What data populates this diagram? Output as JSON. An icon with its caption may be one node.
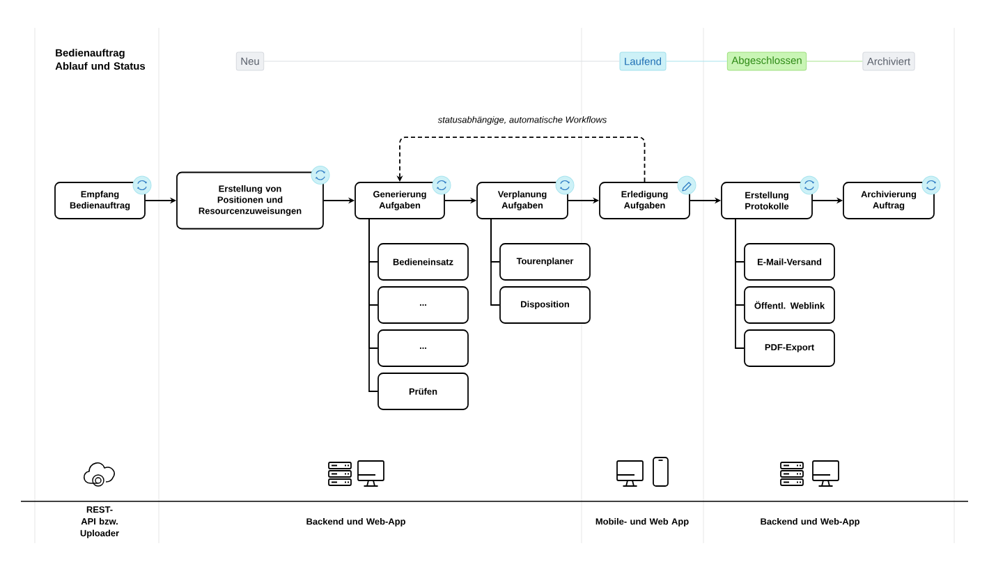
{
  "diagram": {
    "title": "Bedienauftrag Ablauf und Status",
    "nodes": [
      {
        "text": [
          "Empfang Bedienauftrag"
        ]
      },
      {
        "text": [
          "Erstellung von Positionen und Resourcenzuweisungen"
        ]
      },
      {
        "text": [
          "Generierung Aufgaben"
        ]
      },
      {
        "text": [
          "Verplanung Aufgaben"
        ]
      },
      {
        "text": [
          "Erledigung Aufgaben"
        ]
      },
      {
        "text": [
          "Erstellung Protokolle"
        ]
      },
      {
        "text": [
          "Archivierung Auftrag"
        ]
      },
      {
        "text": [
          "Bedieneinsatz"
        ]
      },
      {
        "text": [
          "..."
        ]
      },
      {
        "text": [
          "..."
        ]
      },
      {
        "text": [
          "Prüfen"
        ]
      },
      {
        "text": [
          "Tourenplaner"
        ]
      },
      {
        "text": [
          "Disposition"
        ]
      },
      {
        "text": [
          "E-Mail-Versand"
        ]
      },
      {
        "text": [
          "Öffentl. Weblink"
        ]
      },
      {
        "text": [
          "PDF-Export"
        ]
      },
      {
        "text": [
          "Neu"
        ]
      },
      {
        "text": [
          "Laufend"
        ]
      },
      {
        "text": [
          "Abgeschlossen"
        ]
      },
      {
        "text": [
          "Archiviert"
        ]
      }
    ],
    "edges": [
      {
        "from": 0,
        "to": 1,
        "arrow": "to"
      },
      {
        "from": 1,
        "to": 2,
        "arrow": "to"
      },
      {
        "from": 2,
        "to": 3,
        "arrow": "to"
      },
      {
        "from": 3,
        "to": 4,
        "arrow": "to"
      },
      {
        "from": 4,
        "to": 5,
        "arrow": "to"
      },
      {
        "from": 5,
        "to": 6,
        "arrow": "to"
      },
      {
        "from": 4,
        "to": 2,
        "arrow": "to",
        "style": "dashed",
        "label": "statusabhängige, automatische Workflows"
      },
      {
        "from": 2,
        "to": 7,
        "arrow": "none"
      },
      {
        "from": 2,
        "to": 8,
        "arrow": "none"
      },
      {
        "from": 2,
        "to": 9,
        "arrow": "none"
      },
      {
        "from": 2,
        "to": 10,
        "arrow": "none"
      },
      {
        "from": 3,
        "to": 11,
        "arrow": "none"
      },
      {
        "from": 3,
        "to": 12,
        "arrow": "none"
      },
      {
        "from": 5,
        "to": 13,
        "arrow": "none"
      },
      {
        "from": 5,
        "to": 14,
        "arrow": "none"
      },
      {
        "from": 5,
        "to": 15,
        "arrow": "none"
      },
      {
        "from": 16,
        "to": 17,
        "arrow": "none",
        "color": "#dcdfe4"
      },
      {
        "from": 17,
        "to": 18,
        "arrow": "none",
        "color": "#a8e4ee"
      },
      {
        "from": 18,
        "to": 19,
        "arrow": "none",
        "color": "#a6e38a"
      }
    ],
    "labels": [
      "REST-API bzw. Uploader",
      "Backend und Web-App",
      "Mobile- und Web App",
      "Backend und Web-App"
    ]
  }
}
